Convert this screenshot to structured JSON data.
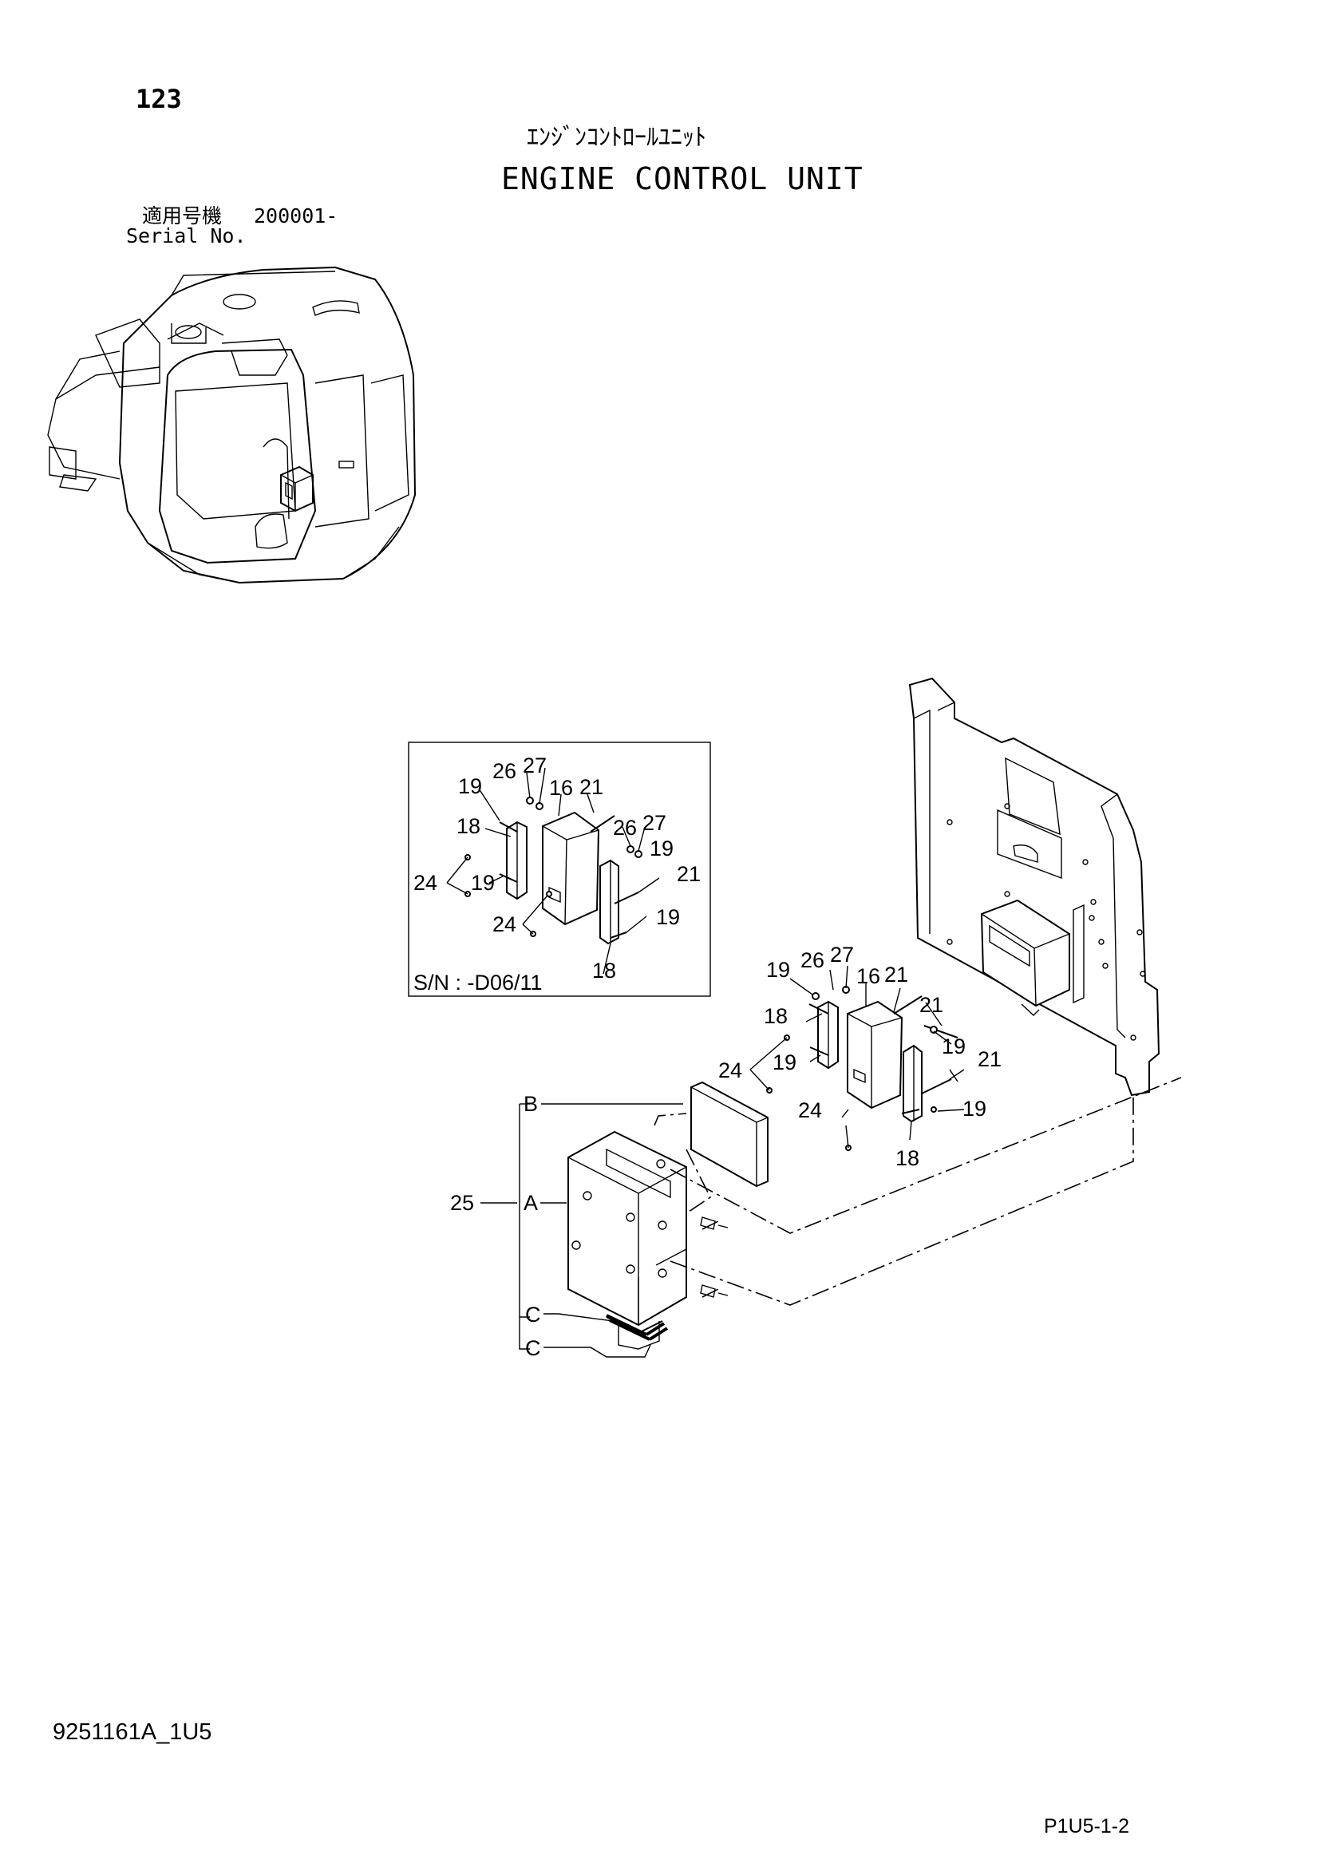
{
  "header": {
    "page_number": "123",
    "title_jp": "ｴﾝｼﾞﾝｺﾝﾄﾛｰﾙﾕﾆｯﾄ",
    "title_en": "ENGINE CONTROL UNIT",
    "serial_label_jp": "適用号機",
    "serial_value": "200001-",
    "serial_label_en": "Serial No."
  },
  "inset": {
    "serial_note": "S/N : -D06/11",
    "callouts": [
      "19",
      "26",
      "27",
      "16",
      "21",
      "18",
      "26",
      "27",
      "19",
      "21",
      "24",
      "19",
      "24",
      "19",
      "18"
    ]
  },
  "main_callouts": [
    "19",
    "26",
    "27",
    "16",
    "21",
    "18",
    "21",
    "24",
    "19",
    "19",
    "21",
    "24",
    "19",
    "18",
    "B",
    "A",
    "25",
    "C",
    "C"
  ],
  "footer": {
    "doc_code": "9251161A_1U5",
    "page_code": "P1U5-1-2"
  }
}
